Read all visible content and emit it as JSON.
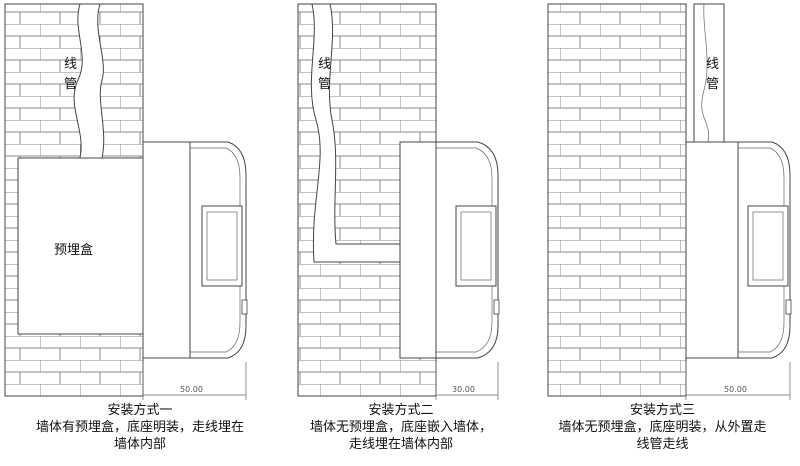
{
  "panels": [
    {
      "id": "one",
      "conduit_label": "线\n管",
      "embedded_box_label": "预埋盒",
      "dimension": "50.00",
      "caption_title": "安装方式一",
      "caption_lines": [
        "墙体有预埋盒，底座明装，走线埋在",
        "墙体内部"
      ]
    },
    {
      "id": "two",
      "conduit_label": "线\n管",
      "dimension": "30.00",
      "caption_title": "安装方式二",
      "caption_lines": [
        "墙体无预埋盒，底座嵌入墙体，",
        "走线埋在墙体内部"
      ]
    },
    {
      "id": "three",
      "conduit_label": "线\n管",
      "dimension": "50.00",
      "caption_title": "安装方式三",
      "caption_lines": [
        "墙体无预埋盒，底座明装，从外置走",
        "线管走线"
      ]
    }
  ],
  "colors": {
    "line": "#444444",
    "brick": "#8a8a8a",
    "background": "#ffffff"
  }
}
